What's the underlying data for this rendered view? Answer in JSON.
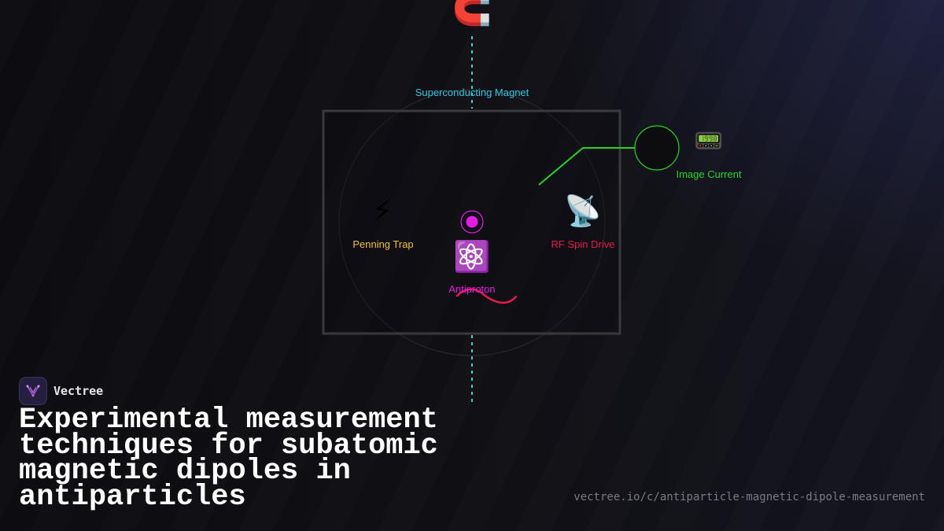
{
  "diagram": {
    "labels": {
      "magnet": "Superconducting Magnet",
      "penning_trap": "Penning Trap",
      "antiproton": "Antiproton",
      "rf_spin_drive": "RF Spin Drive",
      "image_current": "Image Current"
    },
    "icons": {
      "magnet": "🧲",
      "penning_trap": "⚡",
      "antiproton": "⚛️",
      "rf_spin_drive": "📡",
      "image_current": "📟"
    },
    "colors": {
      "magnet": "#2fc8e8",
      "field_line": "#2fd0c8",
      "penning_trap": "#f0c23a",
      "antiproton": "#e61ae6",
      "rf_spin_drive": "#e6194b",
      "image_current": "#22d622",
      "trap_box": "#3a3a3e",
      "trap_ring": "#2c2c30"
    }
  },
  "brand": {
    "name": "Vectree"
  },
  "title": "Experimental measurement techniques for subatomic magnetic dipoles in antiparticles",
  "url": "vectree.io/c/antiparticle-magnetic-dipole-measurement"
}
